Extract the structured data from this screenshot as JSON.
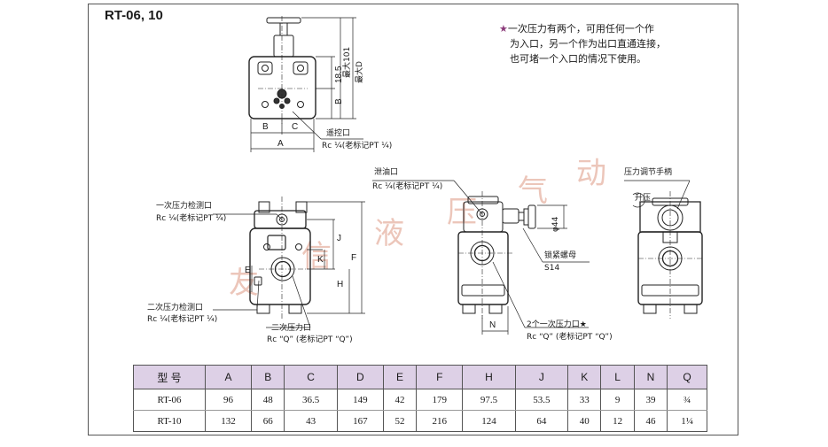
{
  "title": "RT-06, 10",
  "note": {
    "star": "★",
    "line1": "一次压力有两个，可用任何一个作",
    "line2": "为入口，另一个作为出口直通连接，",
    "line3": "也可堵一个入口的情况下使用。"
  },
  "watermark": [
    "友",
    "信",
    "液",
    "压",
    "气",
    "动"
  ],
  "top_view": {
    "dim_101": "最大101",
    "dim_D": "最大D",
    "dim_18_5": "18.5",
    "dim_B_side": "B",
    "dim_B": "B",
    "dim_C": "C",
    "dim_A": "A",
    "remote_port": "遥控口",
    "remote_port_spec": "Rc ¼(老标记PT ¼)"
  },
  "front_view": {
    "primary_gauge": "一次压力检测口",
    "primary_gauge_spec": "Rc ¼(老标记PT ¼)",
    "secondary_gauge": "二次压力检测口",
    "secondary_gauge_spec": "Rc ¼(老标记PT ¼)",
    "secondary_port": "二次压力口",
    "secondary_port_spec": "Rc “Q” (老标记PT “Q”)",
    "dim_J": "J",
    "dim_K": "K",
    "dim_F": "F",
    "dim_H": "H",
    "dim_E": "E"
  },
  "side_view": {
    "drain_port": "泄油口",
    "drain_port_spec": "Rc ¼(老标记PT ¼)",
    "dim_phi44": "φ44",
    "lock_nut": "锁紧螺母",
    "lock_nut_spec": "S14",
    "dim_N": "N",
    "primary_ports": "2个一次压力口★",
    "primary_ports_spec": "Rc “Q” (老标记PT “Q”)"
  },
  "rear_view": {
    "handle": "压力调节手柄",
    "rise": "升压"
  },
  "table": {
    "headers": [
      "型  号",
      "A",
      "B",
      "C",
      "D",
      "E",
      "F",
      "H",
      "J",
      "K",
      "L",
      "N",
      "Q"
    ],
    "rows": [
      [
        "RT-06",
        "96",
        "48",
        "36.5",
        "149",
        "42",
        "179",
        "97.5",
        "53.5",
        "33",
        "9",
        "39",
        "¾"
      ],
      [
        "RT-10",
        "132",
        "66",
        "43",
        "167",
        "52",
        "216",
        "124",
        "64",
        "40",
        "12",
        "46",
        "1¼"
      ]
    ]
  }
}
